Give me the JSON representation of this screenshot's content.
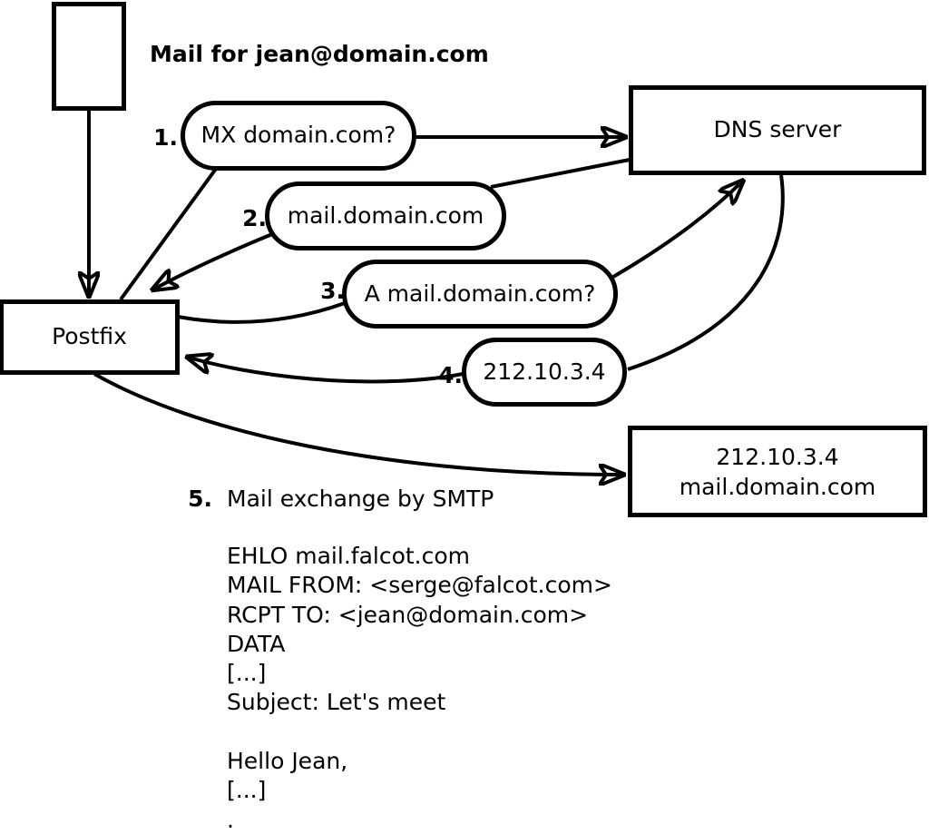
{
  "colors": {
    "ink": "#000000",
    "paper": "#ffffff"
  },
  "header": {
    "title": "Mail for jean@domain.com"
  },
  "nodes": {
    "message_icon": "mail-message",
    "postfix": {
      "label": "Postfix"
    },
    "dns": {
      "label": "DNS server"
    },
    "mail_server": {
      "ip": "212.10.3.4",
      "hostname": "mail.domain.com"
    }
  },
  "steps": [
    {
      "num": "1.",
      "label": "MX domain.com?"
    },
    {
      "num": "2.",
      "label": "mail.domain.com"
    },
    {
      "num": "3.",
      "label": "A mail.domain.com?"
    },
    {
      "num": "4.",
      "label": "212.10.3.4"
    },
    {
      "num": "5.",
      "label": "Mail exchange by SMTP"
    }
  ],
  "smtp_session": {
    "lines": [
      "EHLO mail.falcot.com",
      "MAIL FROM: <serge@falcot.com>",
      "RCPT TO: <jean@domain.com>",
      "DATA",
      "[...]",
      "Subject: Let's meet",
      "",
      "Hello Jean,",
      "[...]",
      "."
    ]
  }
}
